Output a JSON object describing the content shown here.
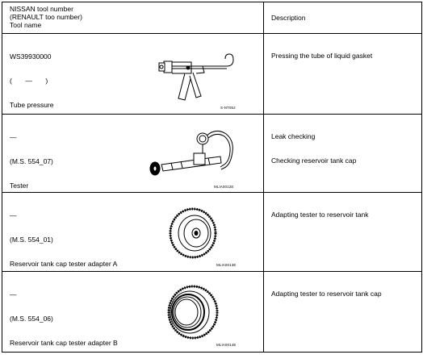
{
  "header": {
    "col1_lines": [
      "NISSAN tool number",
      "(RENAULT too number)",
      "Tool name"
    ],
    "col2": "Description"
  },
  "rows": [
    {
      "lines": [
        "WS39930000",
        "(       —       )",
        "Tube pressure"
      ],
      "description": [
        "Pressing the tube of liquid gasket"
      ],
      "figure_code": "S-NT052",
      "icon": "caulking-gun-icon"
    },
    {
      "lines": [
        "—",
        "(M.S. 554_07)",
        "Tester"
      ],
      "description": [
        "Leak checking",
        "Checking reservoir tank cap"
      ],
      "figure_code": "MLIA0012E",
      "icon": "pressure-tester-icon"
    },
    {
      "lines": [
        "—",
        "(M.S. 554_01)",
        "Reservoir tank cap tester adapter A"
      ],
      "description": [
        "Adapting tester to reservoir tank"
      ],
      "figure_code": "MLIA0013E",
      "icon": "adapter-a-icon"
    },
    {
      "lines": [
        "—",
        "(M.S. 554_06)",
        "Reservoir tank cap tester adapter B"
      ],
      "description": [
        "Adapting tester to reservoir tank cap"
      ],
      "figure_code": "MLIA0014E",
      "icon": "adapter-b-icon"
    }
  ]
}
